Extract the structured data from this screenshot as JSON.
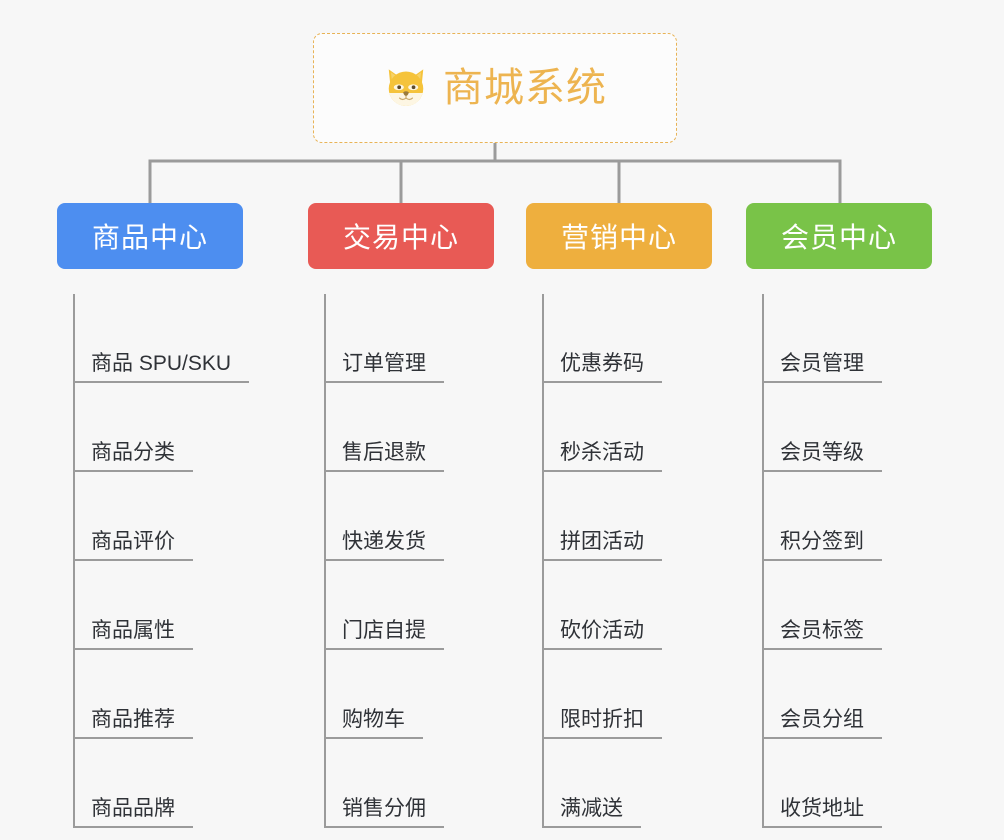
{
  "background_color": "#f7f7f7",
  "root": {
    "icon": "shiba-dog-face-icon",
    "title": "商城系统",
    "text_color": "#edb450",
    "border_color": "#e8b356",
    "border_style": "dashed"
  },
  "connector_color": "#9b9b9b",
  "columns": [
    {
      "title": "商品中心",
      "color": "#4d8ef0",
      "items": [
        "商品 SPU/SKU",
        "商品分类",
        "商品评价",
        "商品属性",
        "商品推荐",
        "商品品牌"
      ]
    },
    {
      "title": "交易中心",
      "color": "#e85a55",
      "items": [
        "订单管理",
        "售后退款",
        "快递发货",
        "门店自提",
        "购物车",
        "销售分佣"
      ]
    },
    {
      "title": "营销中心",
      "color": "#eeaf3e",
      "items": [
        "优惠券码",
        "秒杀活动",
        "拼团活动",
        "砍价活动",
        "限时折扣",
        "满减送"
      ]
    },
    {
      "title": "会员中心",
      "color": "#79c348",
      "items": [
        "会员管理",
        "会员等级",
        "积分签到",
        "会员标签",
        "会员分组",
        "收货地址"
      ]
    }
  ]
}
